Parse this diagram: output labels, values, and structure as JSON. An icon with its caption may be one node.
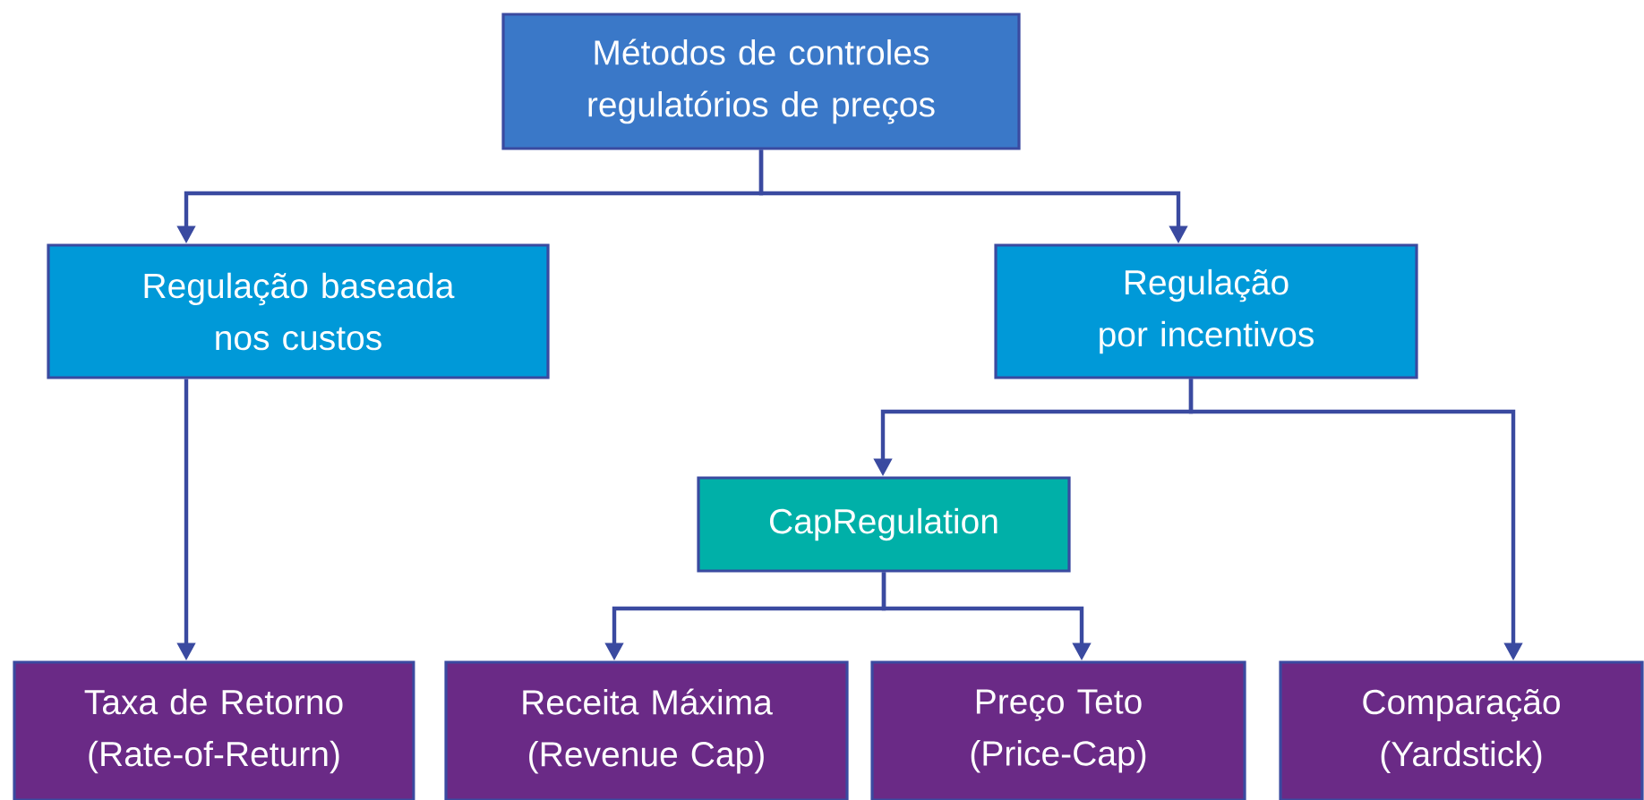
{
  "diagram": {
    "nodes": [
      {
        "text": [
          "Métodos de controles regulatórios de preços"
        ]
      },
      {
        "text": [
          "Regulação baseada nos custos"
        ]
      },
      {
        "text": [
          "Regulação por incentivos"
        ]
      },
      {
        "text": [
          "CapRegulation"
        ]
      },
      {
        "text": [
          "Taxa de Retorno (Rate-of-Return)"
        ]
      },
      {
        "text": [
          "Receita Máxima (Revenue Cap)"
        ]
      },
      {
        "text": [
          "Preço Teto (Price-Cap)"
        ]
      },
      {
        "text": [
          "Comparação (Yardstick)"
        ]
      }
    ],
    "edges": [
      {
        "from": 0,
        "to": 1,
        "arrow": "to"
      },
      {
        "from": 0,
        "to": 2,
        "arrow": "to"
      },
      {
        "from": 1,
        "to": 4,
        "arrow": "to"
      },
      {
        "from": 2,
        "to": 3,
        "arrow": "to"
      },
      {
        "from": 2,
        "to": 7,
        "arrow": "to"
      },
      {
        "from": 3,
        "to": 5,
        "arrow": "to"
      },
      {
        "from": 3,
        "to": 6,
        "arrow": "to"
      }
    ]
  }
}
